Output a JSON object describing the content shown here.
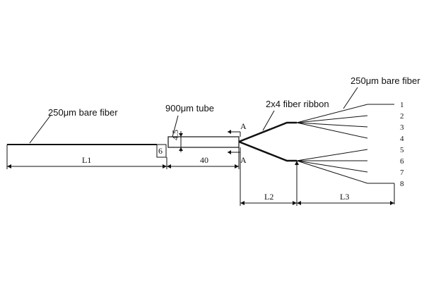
{
  "labels": {
    "bare_fiber_left": "250μm bare fiber",
    "tube": "900μm tube",
    "ribbon": "2x4 fiber ribbon",
    "bare_fiber_right": "250μm bare fiber"
  },
  "dimensions": {
    "tube_height": "4.5",
    "small_box": "6",
    "l1": "L1",
    "tube_length": "40",
    "l2": "L2",
    "l3": "L3"
  },
  "section_marks": {
    "top": "A",
    "bottom": "A"
  },
  "ports": [
    "1",
    "2",
    "3",
    "4",
    "5",
    "6",
    "7",
    "8"
  ]
}
